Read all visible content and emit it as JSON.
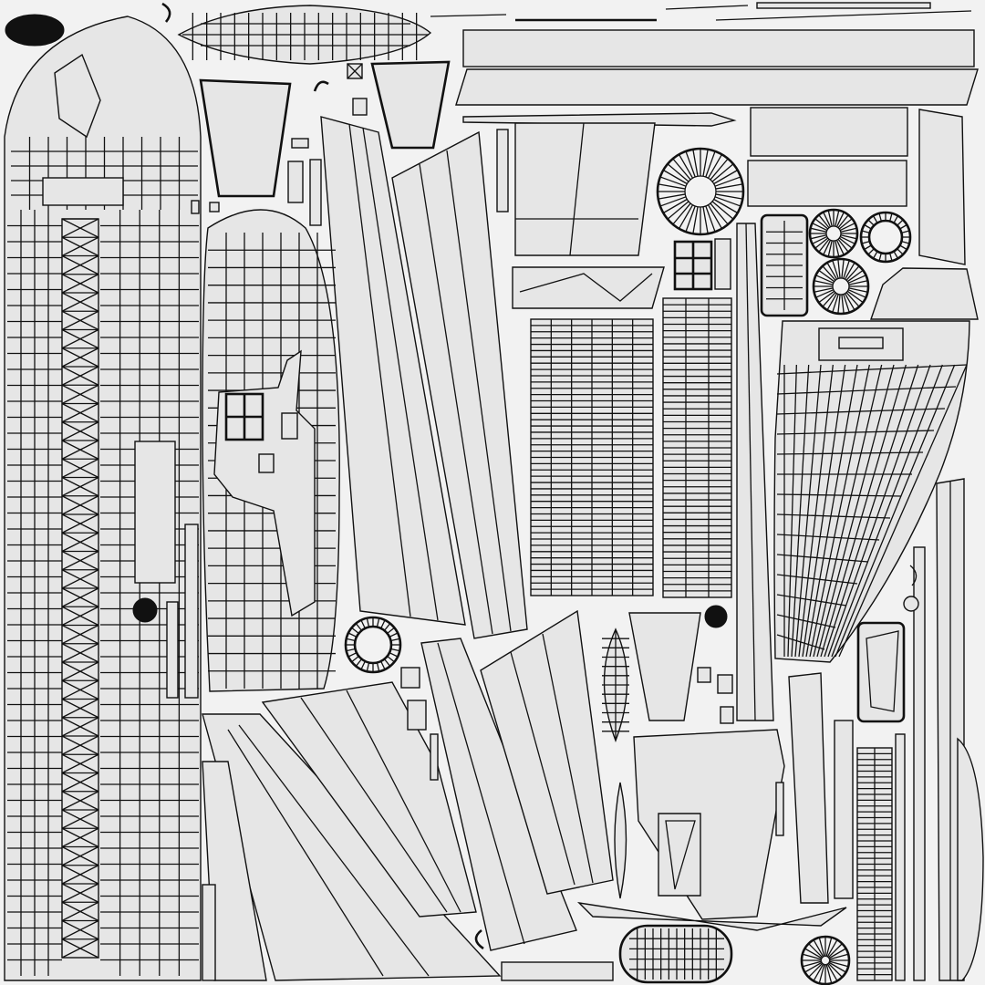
{
  "sheet": {
    "background_color": "#f2f2f2",
    "line_color": "#111111",
    "fill_color": "#e6e6e6"
  },
  "hatching": {
    "vertical_strip_rows": 48,
    "vertical_strip_cols": 5,
    "wing_panel_rows": 44,
    "wing_panel_cols": 6,
    "radial_spokes": 36
  }
}
